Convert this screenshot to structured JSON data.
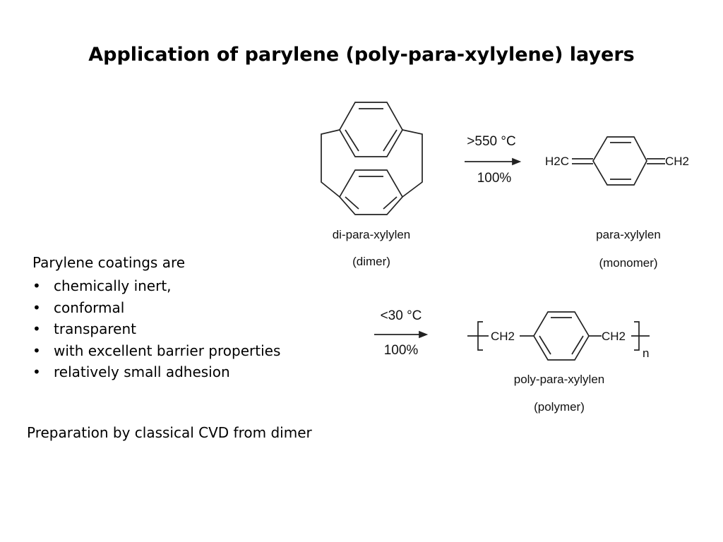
{
  "title": "Application of parylene (poly-para-xylylene) layers",
  "intro": "Parylene coatings are",
  "bullets": [
    "chemically inert,",
    "conformal",
    "transparent",
    "with excellent barrier properties",
    "relatively small adhesion"
  ],
  "preparation": "Preparation by classical CVD from dimer",
  "scheme": {
    "reaction1": {
      "temperature": ">550 °C",
      "yield": "100%"
    },
    "reaction2": {
      "temperature": "<30 °C",
      "yield": "100%"
    },
    "dimer": {
      "name": "di-para-xylylen",
      "role": "(dimer)"
    },
    "monomer": {
      "name": "para-xylylen",
      "role": "(monomer)",
      "left_group": "H2C",
      "right_group": "CH2"
    },
    "polymer": {
      "name": "poly-para-xylylen",
      "role": "(polymer)",
      "group": "CH2",
      "repeat": "n"
    }
  }
}
